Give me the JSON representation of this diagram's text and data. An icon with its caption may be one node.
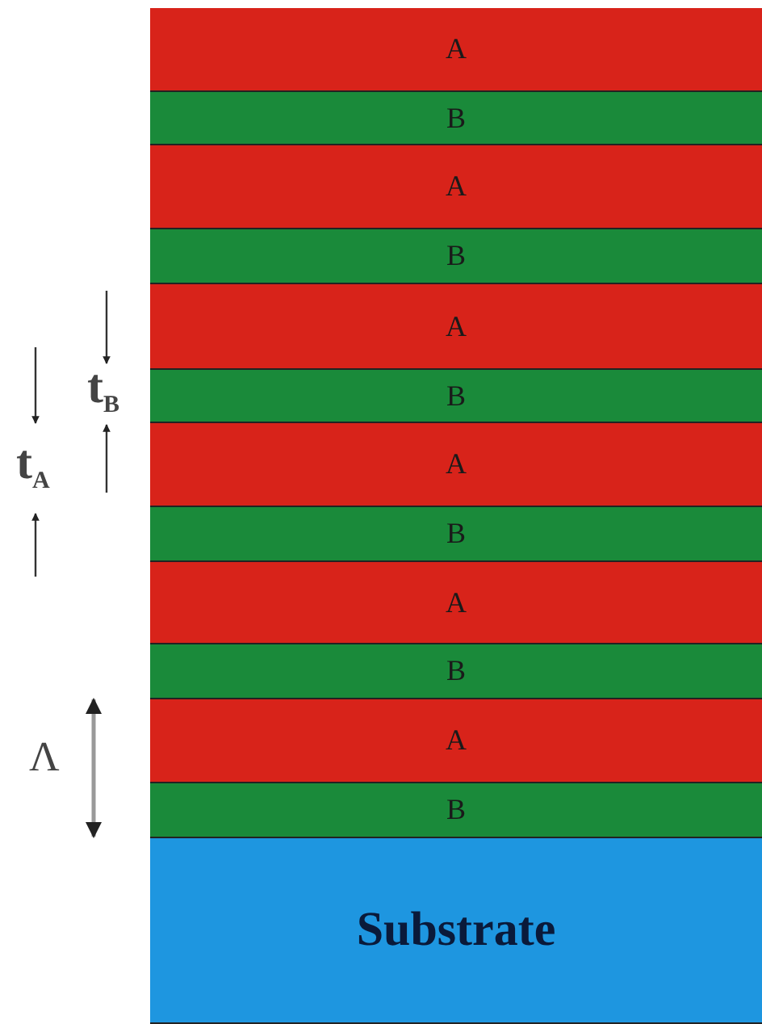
{
  "diagram": {
    "nodes": [
      {
        "text": [
          "A"
        ]
      },
      {
        "text": [
          "B"
        ]
      },
      {
        "text": [
          "A"
        ]
      },
      {
        "text": [
          "B"
        ]
      },
      {
        "text": [
          "A"
        ]
      },
      {
        "text": [
          "B"
        ]
      },
      {
        "text": [
          "A"
        ]
      },
      {
        "text": [
          "B"
        ]
      },
      {
        "text": [
          "A"
        ]
      },
      {
        "text": [
          "B"
        ]
      },
      {
        "text": [
          "A"
        ]
      },
      {
        "text": [
          "B"
        ]
      },
      {
        "text": [
          "Substrate"
        ]
      }
    ],
    "edges": [],
    "labels": [
      "t$_{B}$",
      "t$_{A}$",
      "Λ"
    ]
  }
}
